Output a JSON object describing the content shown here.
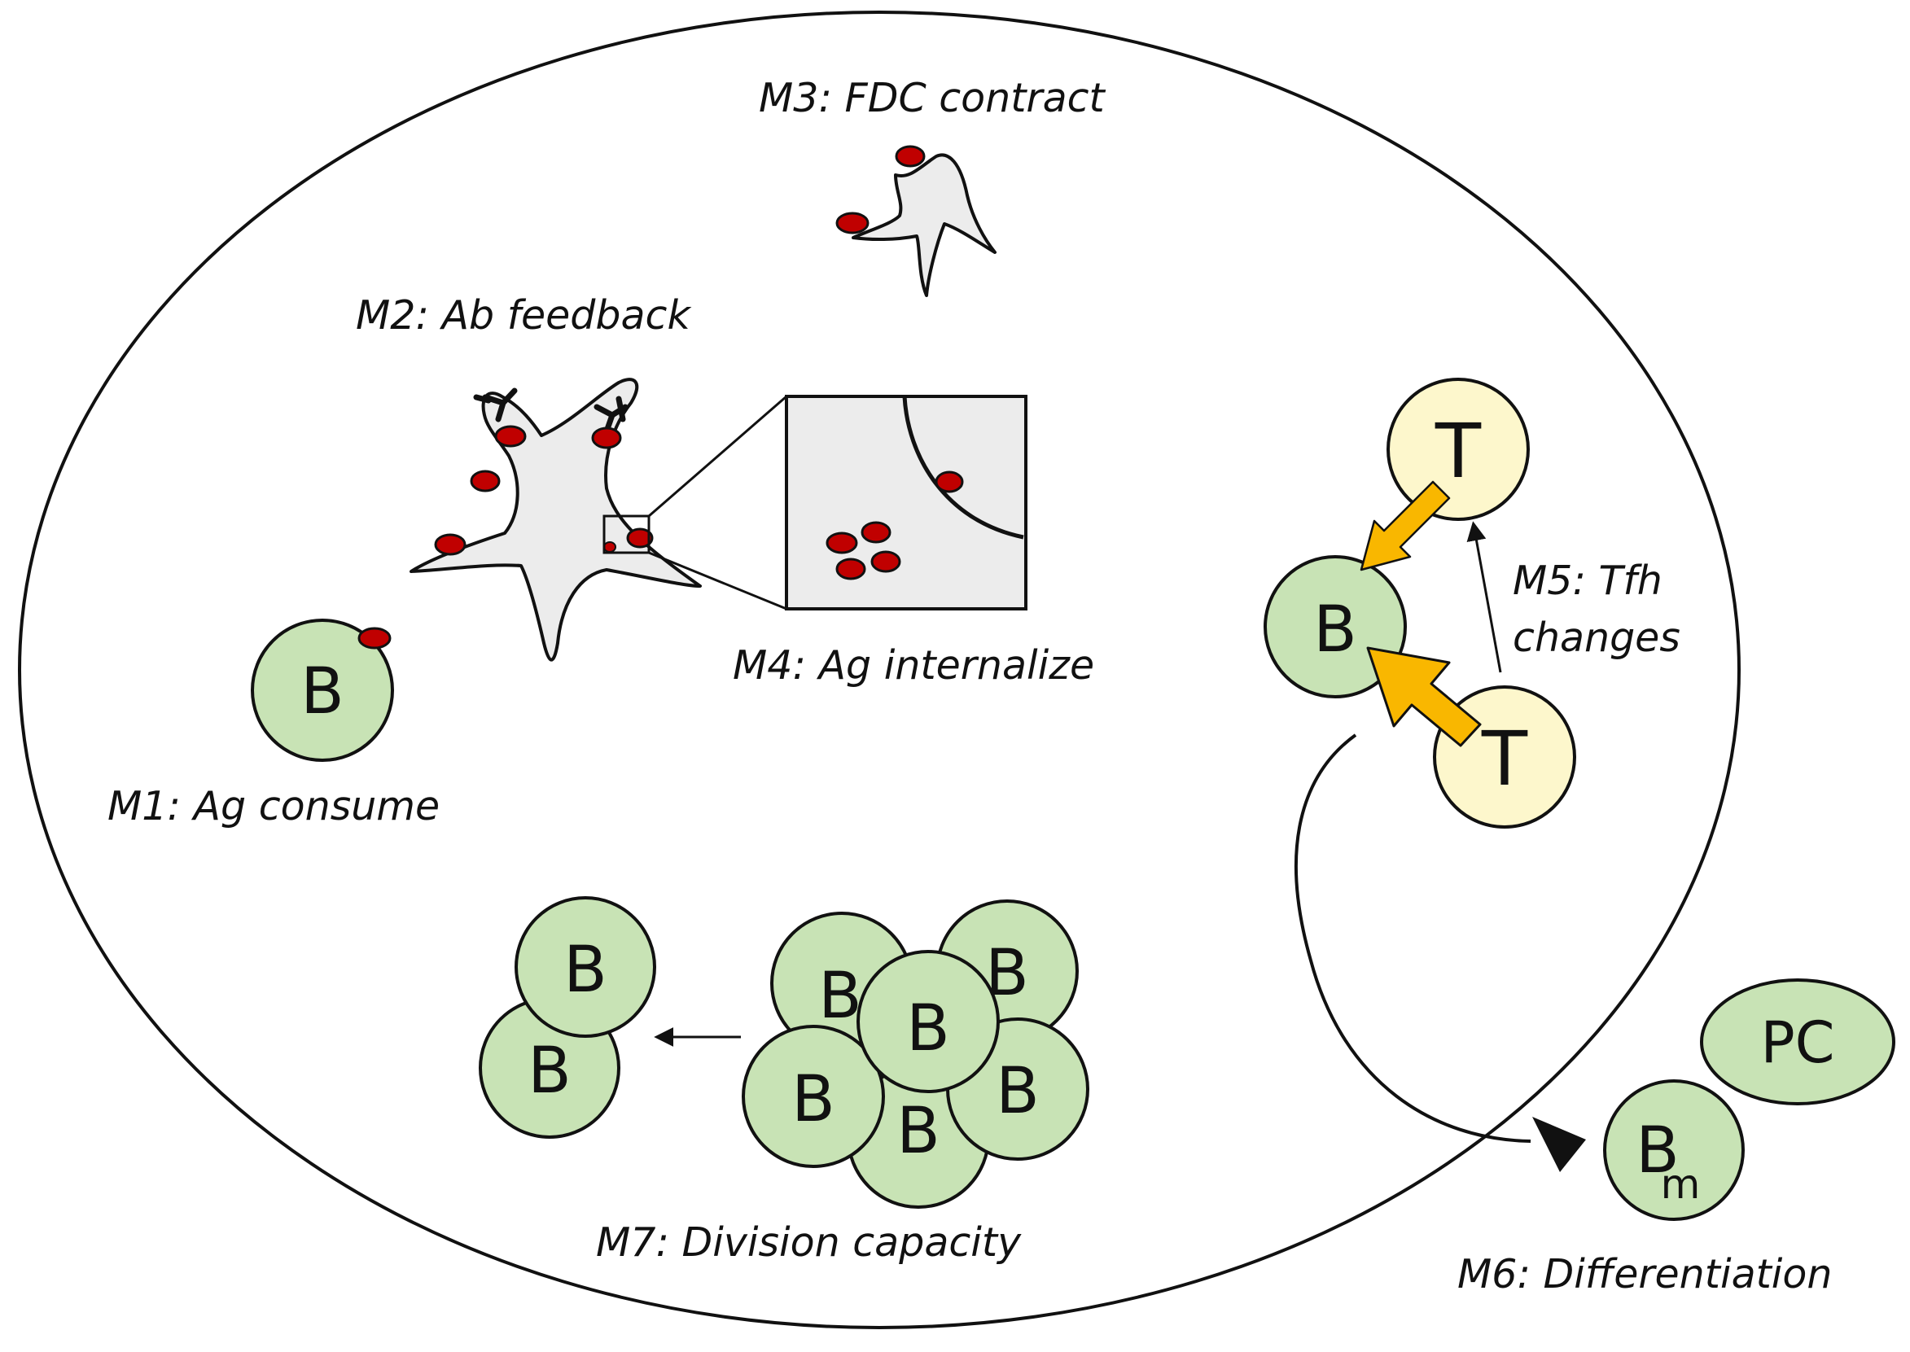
{
  "labels": {
    "m1": "M1: Ag consume",
    "m2": "M2: Ab feedback",
    "m3": "M3: FDC contract",
    "m4": "M4: Ag internalize",
    "m5_line1": "M5: Tfh",
    "m5_line2": "changes",
    "m6": "M6: Differentiation",
    "m7": "M7: Division capacity"
  },
  "cells": {
    "b": "B",
    "t": "T",
    "pc": "PC",
    "bm_main": "B",
    "bm_sub": "m"
  },
  "colors": {
    "b_cell_fill": "#c8e3b5",
    "t_cell_fill": "#fdf7cc",
    "fdc_fill": "#ececec",
    "antigen_fill": "#c00000",
    "help_arrow": "#f9b700",
    "outline": "#111111"
  }
}
